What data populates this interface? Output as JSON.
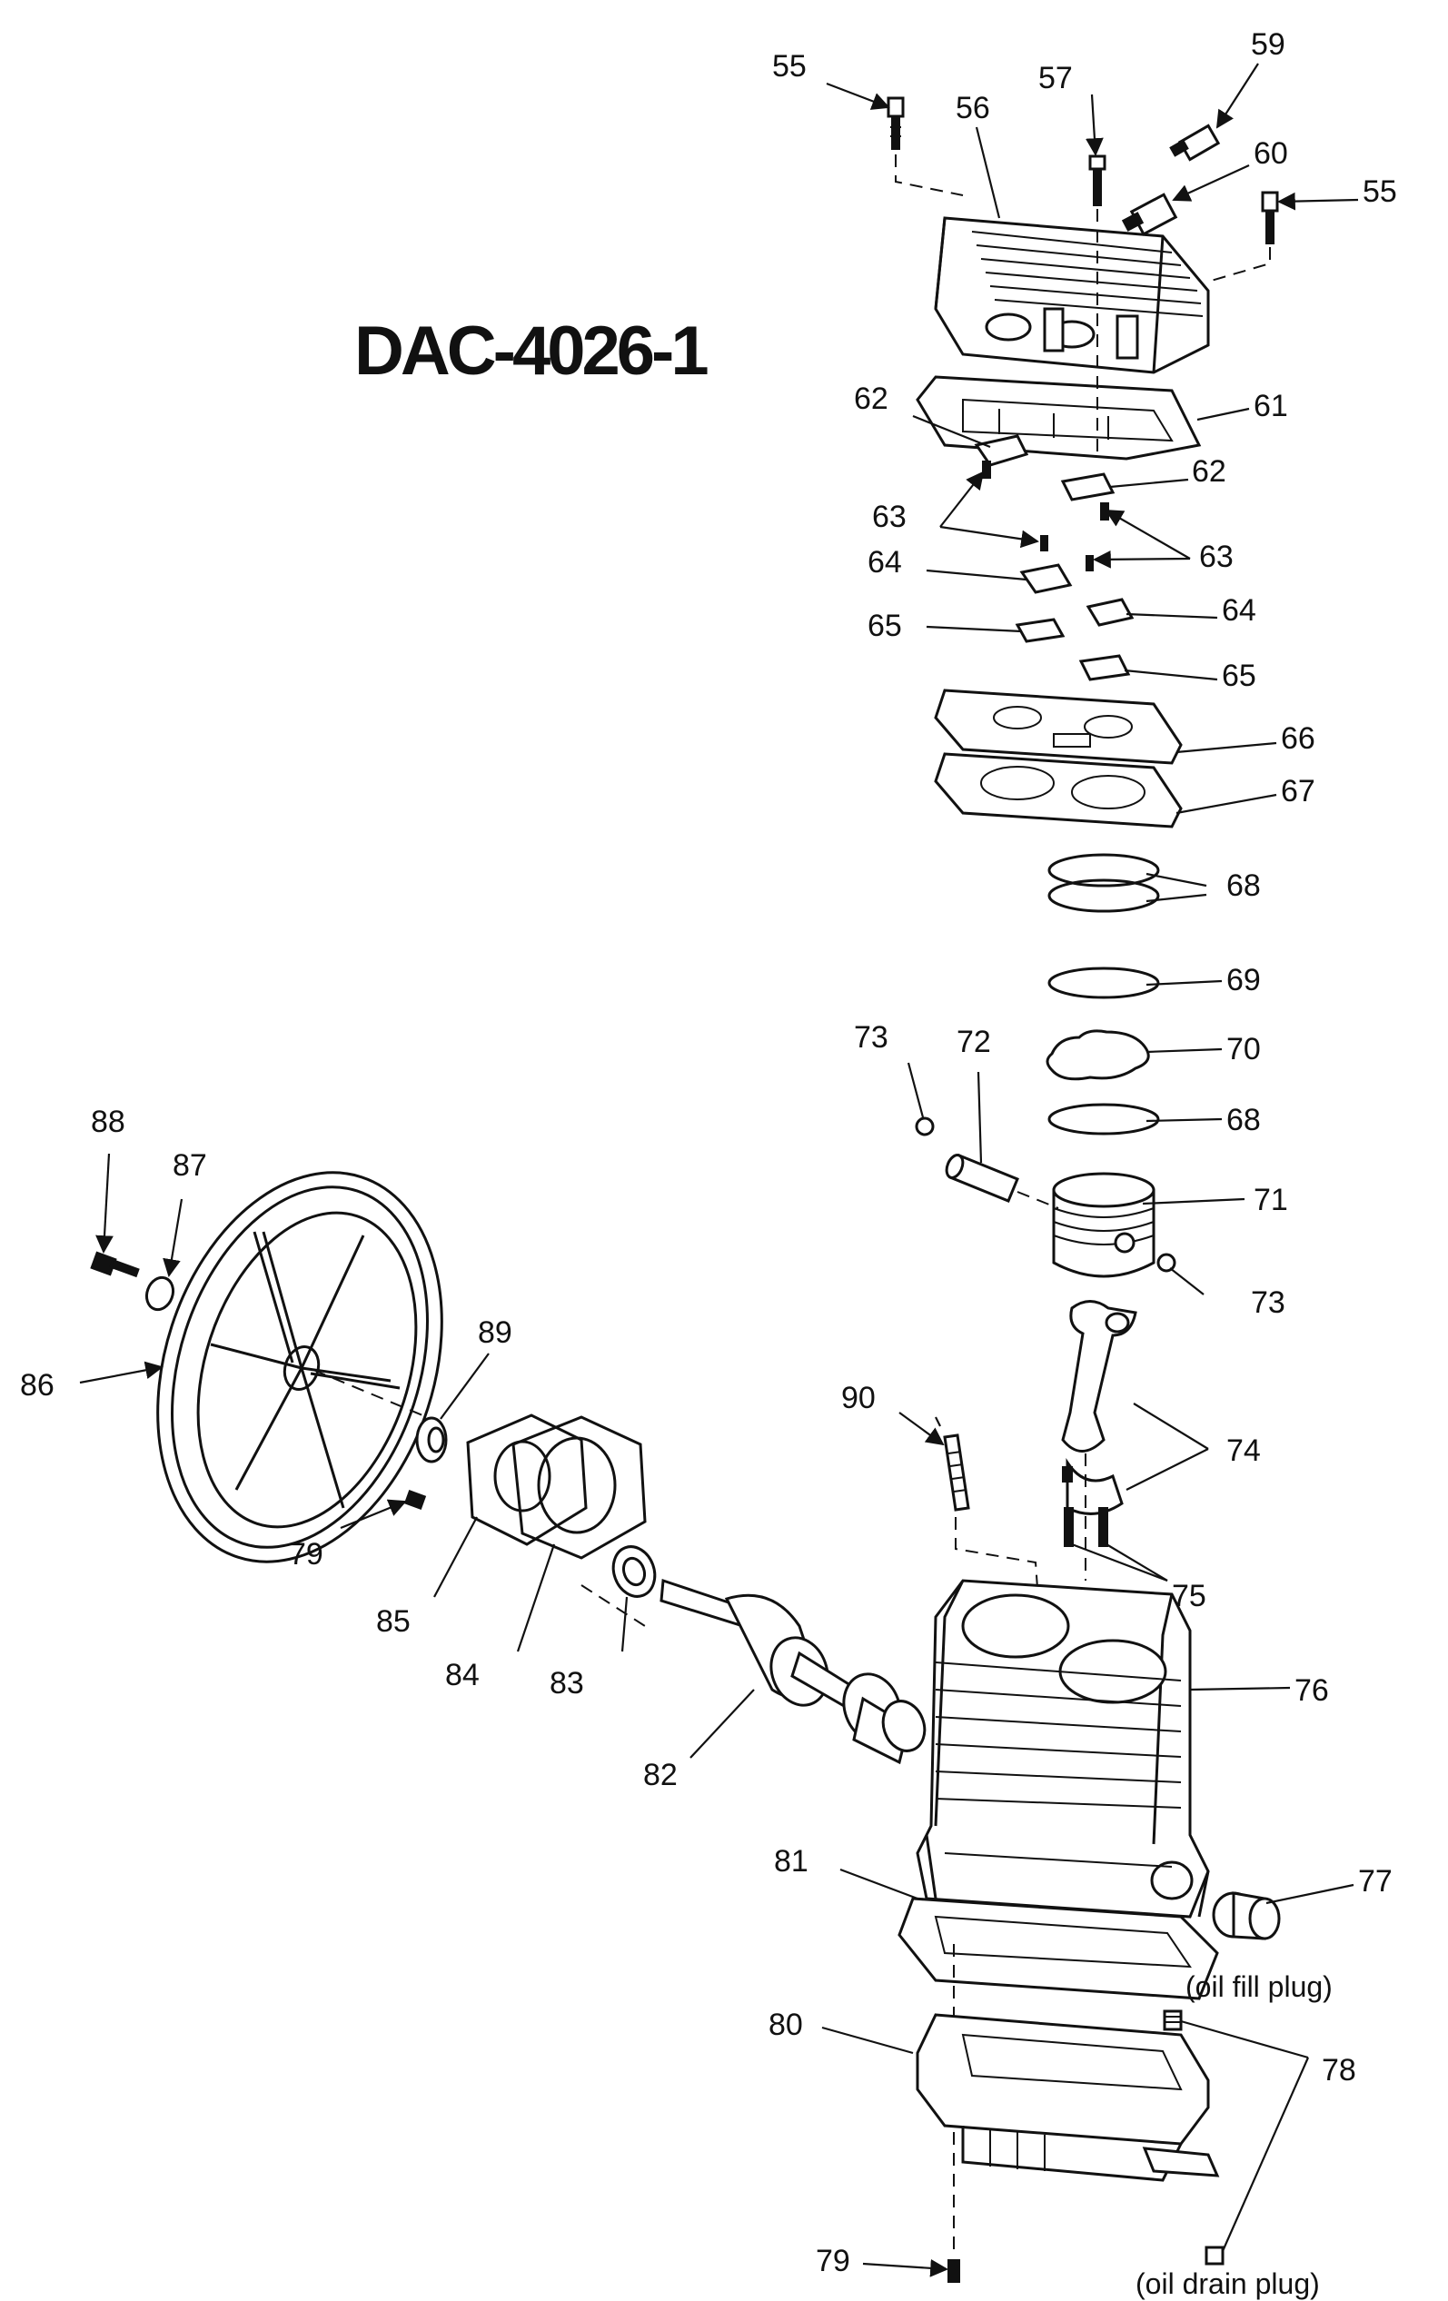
{
  "title": "DAC-4026-1",
  "notes": {
    "oil_fill": "(oil fill plug)",
    "oil_drain": "(oil drain plug)"
  },
  "callouts": {
    "c55a": "55",
    "c55b": "55",
    "c56": "56",
    "c57": "57",
    "c59": "59",
    "c60": "60",
    "c61": "61",
    "c62a": "62",
    "c62b": "62",
    "c63a": "63",
    "c63b": "63",
    "c64a": "64",
    "c64b": "64",
    "c65a": "65",
    "c65b": "65",
    "c66": "66",
    "c67": "67",
    "c68a": "68",
    "c68b": "68",
    "c69": "69",
    "c70": "70",
    "c71": "71",
    "c72": "72",
    "c73a": "73",
    "c73b": "73",
    "c74": "74",
    "c75": "75",
    "c76": "76",
    "c77": "77",
    "c78": "78",
    "c79a": "79",
    "c79b": "79",
    "c80": "80",
    "c81": "81",
    "c82": "82",
    "c83": "83",
    "c84": "84",
    "c85": "85",
    "c86": "86",
    "c87": "87",
    "c88": "88",
    "c89": "89",
    "c90": "90"
  }
}
